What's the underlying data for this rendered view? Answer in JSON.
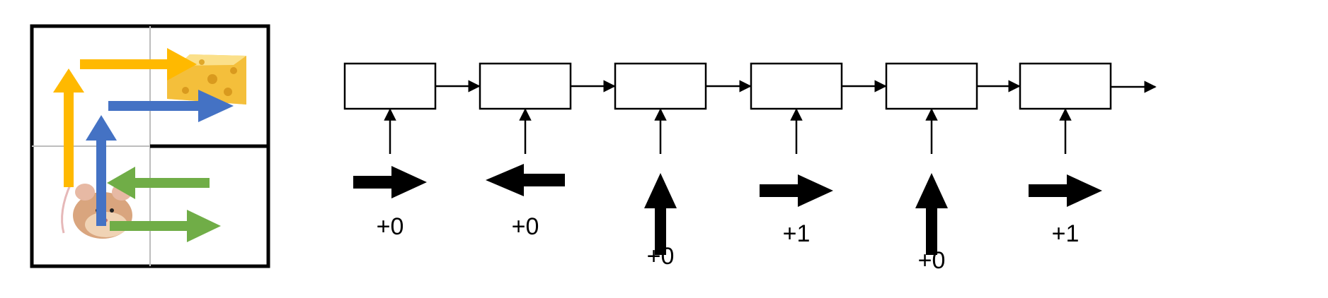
{
  "grid": {
    "rows": 2,
    "cols": 2,
    "cheese_cell": "top-right",
    "mouse_cell": "bottom-left",
    "wall": "between top-right and bottom-right cells",
    "colors": {
      "yellow": "#FFB900",
      "blue": "#4472C4",
      "green": "#70AD47",
      "cheese": "#F7C948",
      "mouse": "#D9A57E"
    }
  },
  "paths": [
    {
      "color": "yellow",
      "moves": [
        "up",
        "right"
      ]
    },
    {
      "color": "blue",
      "moves": [
        "up",
        "right"
      ]
    },
    {
      "color": "green",
      "moves": [
        "left",
        "right"
      ]
    }
  ],
  "sequence": [
    {
      "action": "right",
      "reward": "+0"
    },
    {
      "action": "left",
      "reward": "+0"
    },
    {
      "action": "up",
      "reward": "+0"
    },
    {
      "action": "right",
      "reward": "+1"
    },
    {
      "action": "up",
      "reward": "+0"
    },
    {
      "action": "right",
      "reward": "+1"
    }
  ]
}
